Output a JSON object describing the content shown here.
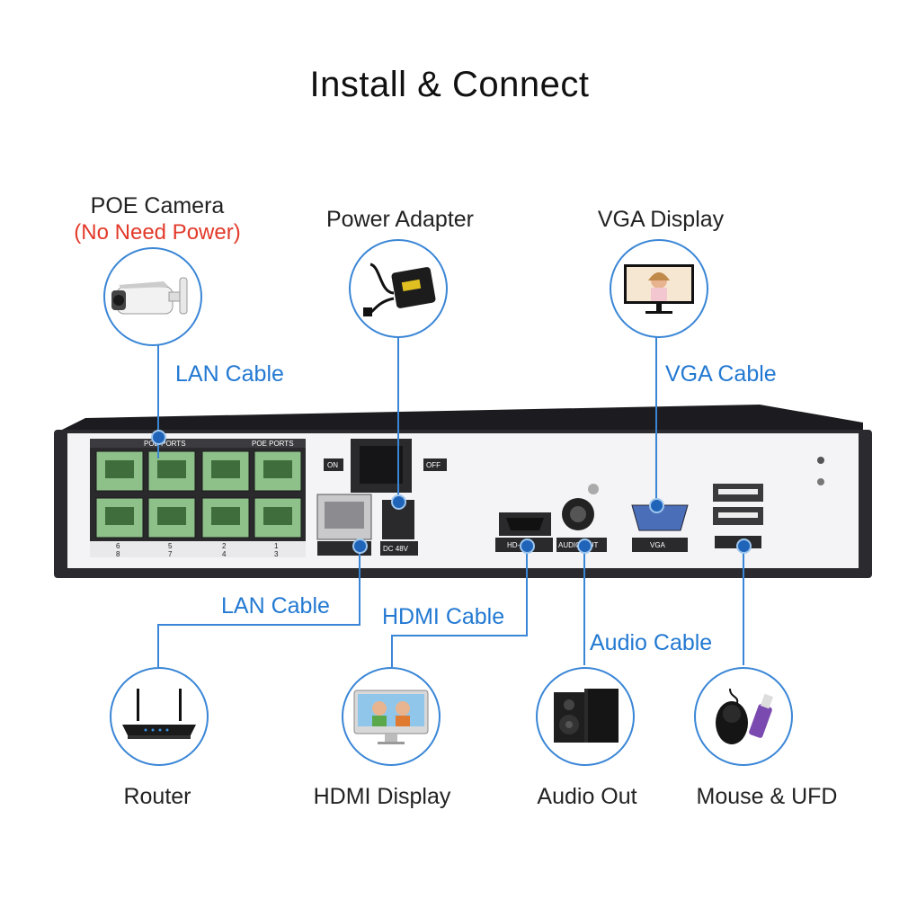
{
  "title": "Install & Connect",
  "colors": {
    "accent": "#2379d2",
    "note": "#e23a2a",
    "chassis": "#2b2b2f",
    "panel": "#f4f4f6"
  },
  "devices": {
    "poe_camera": {
      "label": "POE Camera",
      "note": "(No Need Power)",
      "icon": "security-camera-icon"
    },
    "power_adapter": {
      "label": "Power Adapter",
      "icon": "power-adapter-icon"
    },
    "vga_display": {
      "label": "VGA Display",
      "icon": "monitor-icon"
    },
    "router": {
      "label": "Router",
      "icon": "router-icon"
    },
    "hdmi_display": {
      "label": "HDMI Display",
      "icon": "imac-display-icon"
    },
    "audio_out": {
      "label": "Audio Out",
      "icon": "speakers-icon"
    },
    "mouse_ufd": {
      "label": "Mouse & UFD",
      "icon": "mouse-usb-drive-icon"
    }
  },
  "cables": {
    "lan_top": "LAN Cable",
    "vga": "VGA Cable",
    "lan_bottom": "LAN Cable",
    "hdmi": "HDMI Cable",
    "audio": "Audio Cable"
  },
  "panel": {
    "poe_ports_left": "POE PORTS",
    "poe_ports_right": "POE PORTS",
    "switch_on": "ON",
    "switch_off": "OFF",
    "dc": "DC 48V",
    "hd_port": "HD-port",
    "audio_out": "AUDIO OUT",
    "vga": "VGA",
    "port_numbers": [
      "6",
      "5",
      "2",
      "1",
      "8",
      "7",
      "4",
      "3"
    ]
  }
}
